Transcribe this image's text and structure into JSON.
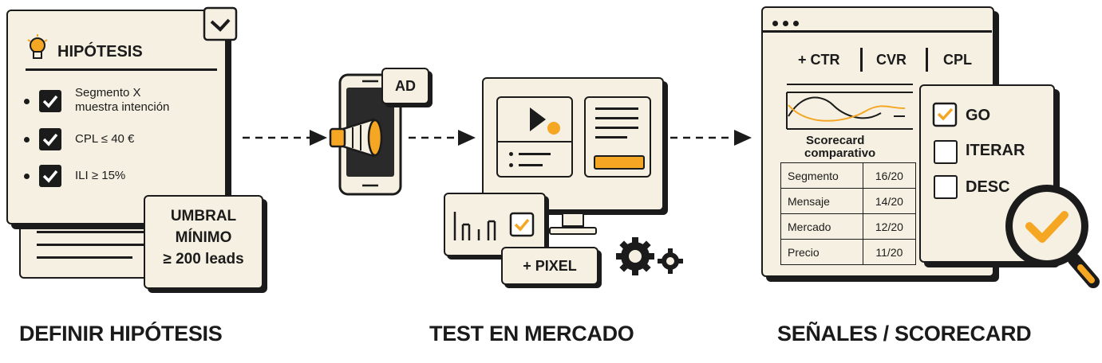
{
  "panel1": {
    "hypothesis_title": "HIPÓTESIS",
    "items": [
      {
        "line1": "Segmento X",
        "line2": "muestra intención"
      },
      {
        "line1": "CPL ≤ 40 €",
        "line2": ""
      },
      {
        "line1": "ILI ≥ 15%",
        "line2": ""
      }
    ],
    "threshold_line1": "UMBRAL",
    "threshold_line2": "MÍNIMO",
    "threshold_line3": "≥ 200 leads",
    "caption": "DEFINIR HIPÓTESIS"
  },
  "panel2": {
    "ad_label": "AD",
    "pixel_label": "+ PIXEL",
    "caption": "TEST EN MERCADO"
  },
  "panel3": {
    "metrics": [
      "+ CTR",
      "CVR",
      "CPL"
    ],
    "scorecard_title_line1": "Scorecard",
    "scorecard_title_line2": "comparativo",
    "scorecard_rows": [
      {
        "label": "Segmento",
        "score": "16/20"
      },
      {
        "label": "Mensaje",
        "score": "14/20"
      },
      {
        "label": "Mercado",
        "score": "12/20"
      },
      {
        "label": "Precio",
        "score": "11/20"
      }
    ],
    "decisions": [
      {
        "label": "GO",
        "checked": true
      },
      {
        "label": "ITERAR",
        "checked": false
      },
      {
        "label": "DESC",
        "checked": false
      }
    ],
    "caption": "SEÑALES / SCORECARD"
  },
  "colors": {
    "accent": "#f5a623",
    "ink": "#1b1b1b",
    "paper": "#f5f0e1"
  }
}
